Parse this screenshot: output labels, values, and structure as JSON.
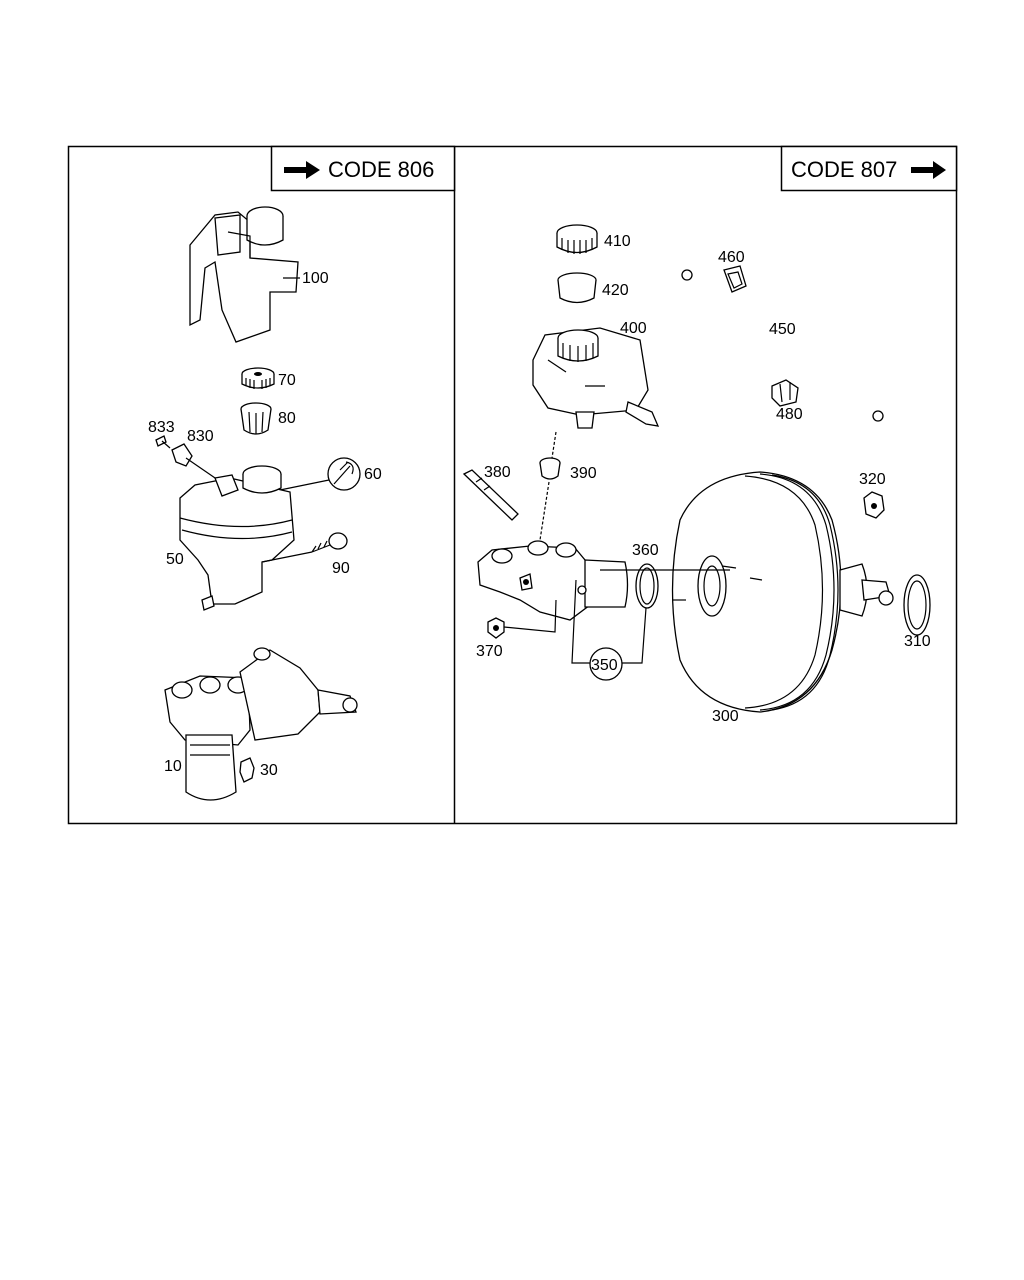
{
  "panels": {
    "left": {
      "code_label": "CODE  806"
    },
    "right": {
      "code_label": "CODE  807"
    }
  },
  "callouts": {
    "p100": "100",
    "p70": "70",
    "p80": "80",
    "p833": "833",
    "p830": "830",
    "p60": "60",
    "p50": "50",
    "p90": "90",
    "p10": "10",
    "p30": "30",
    "p410": "410",
    "p420": "420",
    "p400": "400",
    "p460": "460",
    "p450": "450",
    "p480": "480",
    "p380": "380",
    "p390": "390",
    "p320": "320",
    "p360": "360",
    "p310": "310",
    "p370": "370",
    "p350": "350",
    "p300": "300"
  },
  "icons": {
    "left_arrow": "right-arrow-icon",
    "right_arrow": "right-arrow-icon"
  }
}
